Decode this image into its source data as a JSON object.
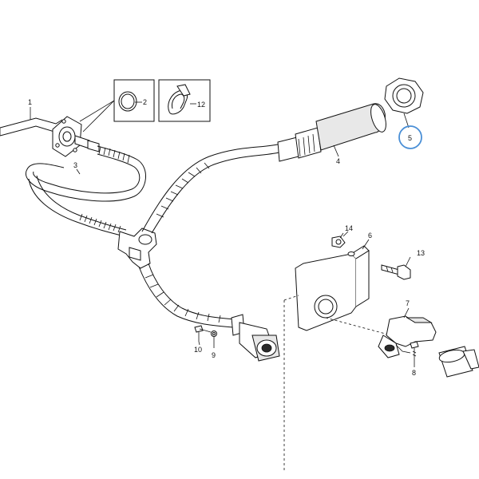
{
  "callouts": {
    "c1": "1",
    "c2": "2",
    "c3": "3",
    "c4": "4",
    "c5": "5",
    "c6": "6",
    "c7": "7",
    "c8": "8",
    "c9": "9",
    "c10": "10",
    "c12": "12",
    "c13": "13",
    "c14": "14"
  },
  "highlight": {
    "callout": "5",
    "color": "#4a8fd6"
  },
  "colors": {
    "line": "#111111",
    "paper": "#ffffff",
    "shade": "#e8e8e8"
  }
}
